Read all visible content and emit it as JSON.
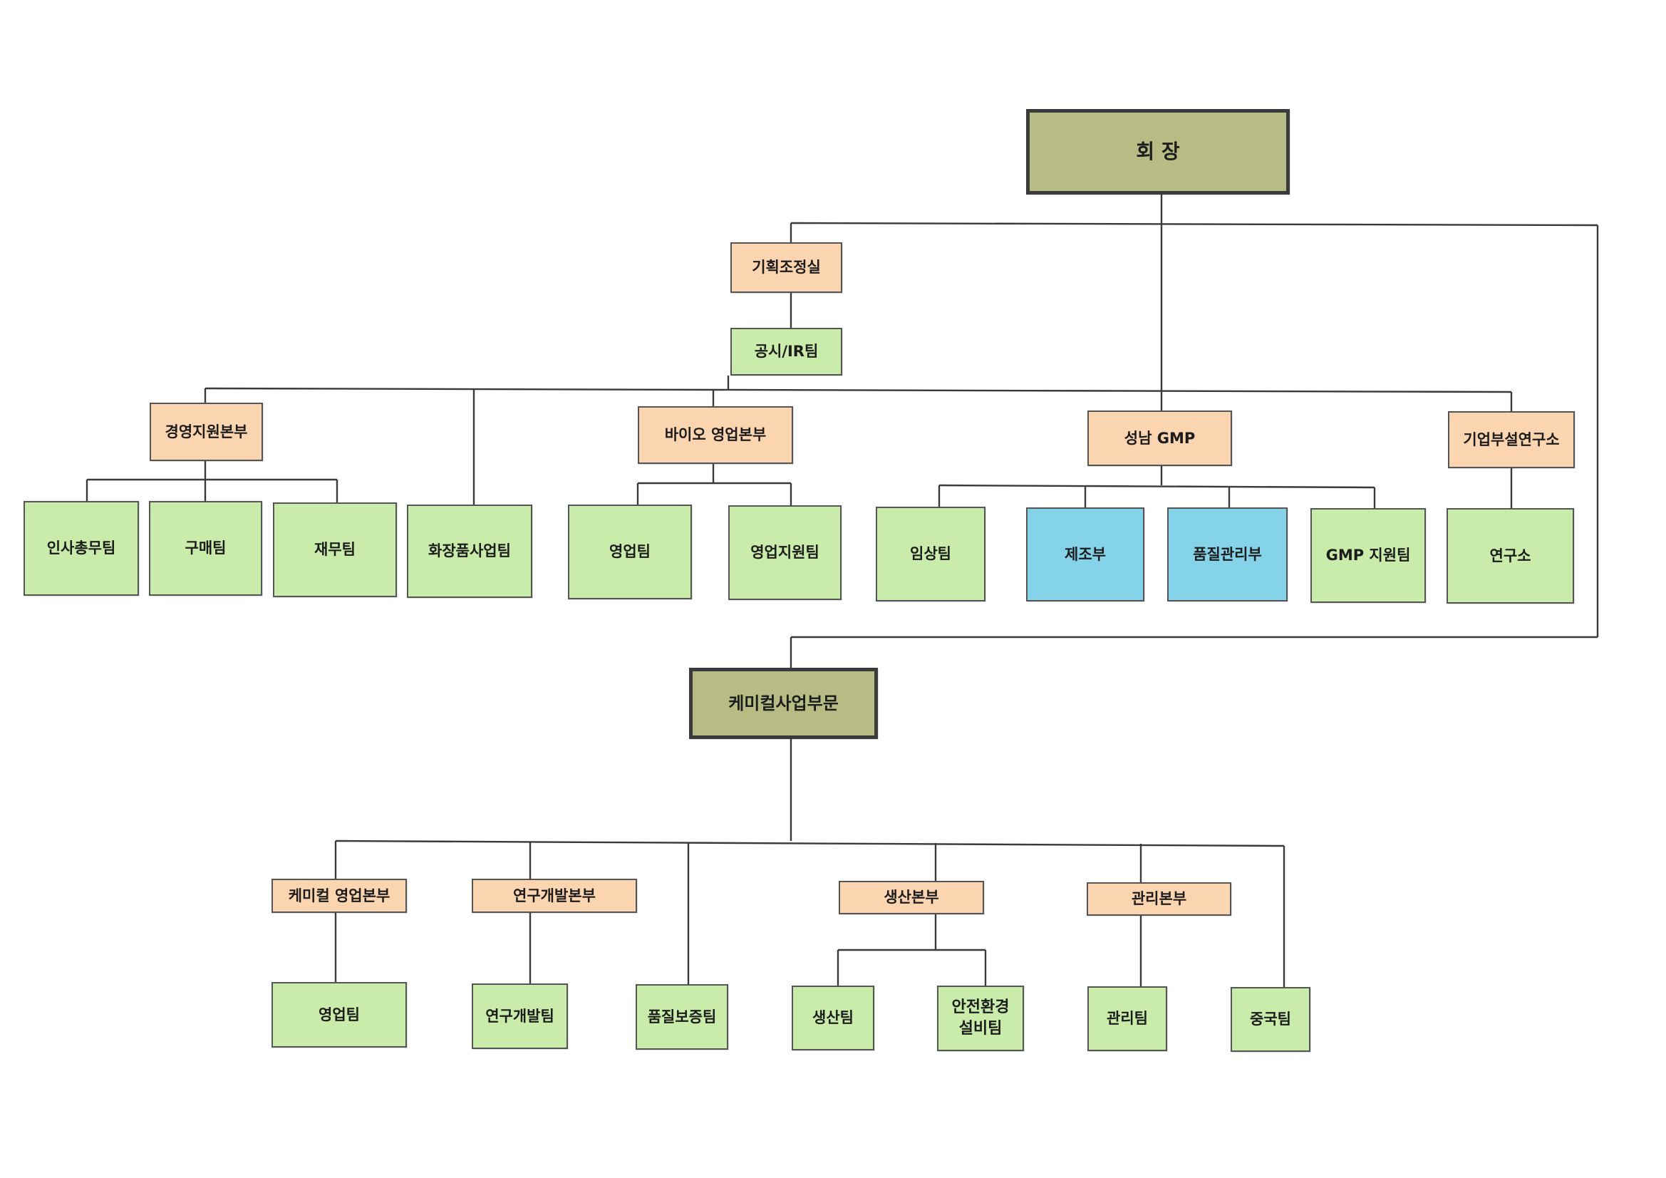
{
  "org": {
    "chairman": "회 장",
    "planning_office": "기획조정실",
    "ir_team": "공시/IR팀",
    "mgmt_support_hq": "경영지원본부",
    "hr_team": "인사총무팀",
    "purchasing_team": "구매팀",
    "finance_team": "재무팀",
    "cosmetics_team": "화장품사업팀",
    "bio_sales_hq": "바이오 영업본부",
    "sales_team": "영업팀",
    "sales_support_team": "영업지원팀",
    "seongnam_gmp": "성남 GMP",
    "clinical_team": "임상팀",
    "manufacturing_dept": "제조부",
    "qc_dept": "품질관리부",
    "gmp_support_team": "GMP 지원팀",
    "rnd_institute": "기업부설연구소",
    "research_center": "연구소",
    "chemical_division": "케미컬사업부문",
    "chem_sales_hq": "케미컬 영업본부",
    "chem_sales_team": "영업팀",
    "rnd_hq": "연구개발본부",
    "rnd_team": "연구개발팀",
    "qa_team": "품질보증팀",
    "production_hq": "생산본부",
    "production_team": "생산팀",
    "safety_team": "안전환경\n설비팀",
    "admin_hq": "관리본부",
    "admin_team": "관리팀",
    "china_team": "중국팀"
  },
  "colors": {
    "executive": "#b6bc84",
    "department": "#fbd4b0",
    "team": "#c9ecaa",
    "team_highlight": "#85d3e9",
    "line": "#3a3a3a"
  }
}
